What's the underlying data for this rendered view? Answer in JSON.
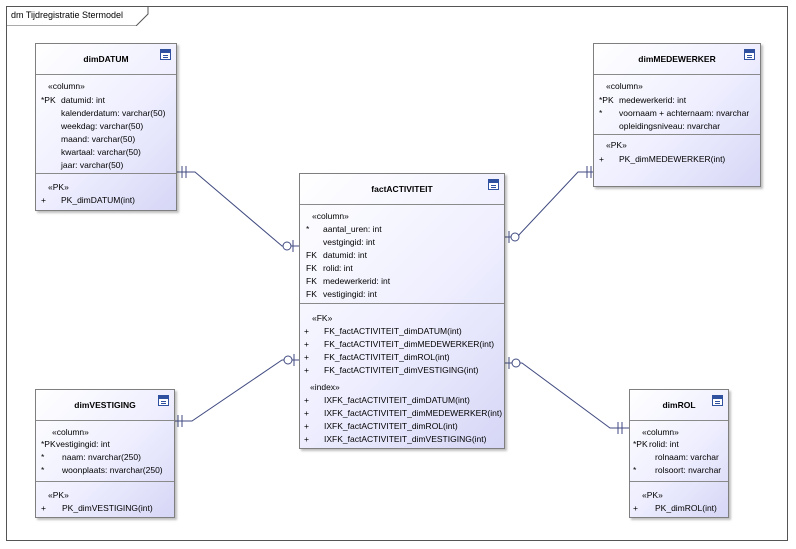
{
  "diagram": {
    "title": "dm Tijdregistratie Stermodel"
  },
  "entities": {
    "dimDatum": {
      "name": "dimDATUM",
      "col_stereo": "«column»",
      "columns": [
        {
          "marker": "*PK",
          "text": "datumid: int"
        },
        {
          "marker": "",
          "text": "kalenderdatum: varchar(50)"
        },
        {
          "marker": "",
          "text": "weekdag: varchar(50)"
        },
        {
          "marker": "",
          "text": "maand: varchar(50)"
        },
        {
          "marker": "",
          "text": "kwartaal: varchar(50)"
        },
        {
          "marker": "",
          "text": "jaar: varchar(50)"
        }
      ],
      "pk_stereo": "«PK»",
      "pk": [
        {
          "marker": "+",
          "text": "PK_dimDATUM(int)"
        }
      ]
    },
    "dimMedewerker": {
      "name": "dimMEDEWERKER",
      "col_stereo": "«column»",
      "columns": [
        {
          "marker": "*PK",
          "text": "medewerkerid: int"
        },
        {
          "marker": "*",
          "text": "voornaam + achternaam: nvarchar"
        },
        {
          "marker": "",
          "text": "opleidingsniveau: nvarchar"
        }
      ],
      "pk_stereo": "«PK»",
      "pk": [
        {
          "marker": "+",
          "text": "PK_dimMEDEWERKER(int)"
        }
      ]
    },
    "fact": {
      "name": "factACTIVITEIT",
      "col_stereo": "«column»",
      "columns": [
        {
          "marker": "*",
          "text": "aantal_uren: int"
        },
        {
          "marker": "",
          "text": "vestgingid: int"
        },
        {
          "marker": "FK",
          "text": "datumid: int"
        },
        {
          "marker": "FK",
          "text": "rolid: int"
        },
        {
          "marker": "FK",
          "text": "medewerkerid: int"
        },
        {
          "marker": "FK",
          "text": "vestigingid: int"
        }
      ],
      "fk_stereo": "«FK»",
      "fk": [
        {
          "marker": "+",
          "text": "FK_factACTIVITEIT_dimDATUM(int)"
        },
        {
          "marker": "+",
          "text": "FK_factACTIVITEIT_dimMEDEWERKER(int)"
        },
        {
          "marker": "+",
          "text": "FK_factACTIVITEIT_dimROL(int)"
        },
        {
          "marker": "+",
          "text": "FK_factACTIVITEIT_dimVESTIGING(int)"
        }
      ],
      "index_stereo": "«index»",
      "index": [
        {
          "marker": "+",
          "text": "IXFK_factACTIVITEIT_dimDATUM(int)"
        },
        {
          "marker": "+",
          "text": "IXFK_factACTIVITEIT_dimMEDEWERKER(int)"
        },
        {
          "marker": "+",
          "text": "IXFK_factACTIVITEIT_dimROL(int)"
        },
        {
          "marker": "+",
          "text": "IXFK_factACTIVITEIT_dimVESTIGING(int)"
        }
      ]
    },
    "dimVestiging": {
      "name": "dimVESTIGING",
      "col_stereo": "«column»",
      "columns": [
        {
          "marker": "*PK",
          "text": "vestigingid: int"
        },
        {
          "marker": "*",
          "text": "naam: nvarchar(250)"
        },
        {
          "marker": "*",
          "text": "woonplaats: nvarchar(250)"
        }
      ],
      "pk_stereo": "«PK»",
      "pk": [
        {
          "marker": "+",
          "text": "PK_dimVESTIGING(int)"
        }
      ]
    },
    "dimRol": {
      "name": "dimROL",
      "col_stereo": "«column»",
      "columns": [
        {
          "marker": "*PK",
          "text": "rolid: int"
        },
        {
          "marker": "",
          "text": "rolnaam: varchar"
        },
        {
          "marker": "*",
          "text": "rolsoort: nvarchar"
        }
      ],
      "pk_stereo": "«PK»",
      "pk": [
        {
          "marker": "+",
          "text": "PK_dimROL(int)"
        }
      ]
    }
  },
  "colors": {
    "border": "#7f7f7f",
    "line": "#404a80",
    "icon": "#3050a0",
    "gradient_end": "#d6d6f6"
  }
}
